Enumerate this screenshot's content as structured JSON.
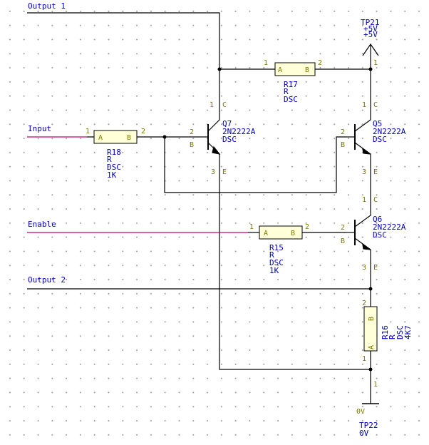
{
  "colors": {
    "background": "#ffffff",
    "wire": "#000000",
    "input_net": "#c8006e",
    "component": "#7a7a00",
    "label": "#0000c8"
  },
  "nets": {
    "output1": "Output 1",
    "input": "Input",
    "enable": "Enable",
    "output2": "Output 2"
  },
  "testpoints": {
    "tp21": {
      "name": "TP21",
      "value1": "+5V",
      "value2": "+5V",
      "pin": "1"
    },
    "tp22": {
      "pin": "1",
      "symbol_label": "0V",
      "name": "TP22",
      "value": "0V"
    }
  },
  "resistors": {
    "r17": {
      "ref": "R17",
      "type": "R",
      "pkg": "DSC",
      "value": "",
      "pin1": "1",
      "pin2": "2",
      "side_a": "A",
      "side_b": "B"
    },
    "r18": {
      "ref": "R18",
      "type": "R",
      "pkg": "DSC",
      "value": "1K",
      "pin1": "1",
      "pin2": "2",
      "side_a": "A",
      "side_b": "B"
    },
    "r15": {
      "ref": "R15",
      "type": "R",
      "pkg": "DSC",
      "value": "1K",
      "pin1": "1",
      "pin2": "2",
      "side_a": "A",
      "side_b": "B"
    },
    "r16": {
      "ref": "R16",
      "type": "R",
      "pkg": "DSC",
      "value": "4K7",
      "pin1": "1",
      "pin2": "2",
      "side_a": "A",
      "side_b": "B"
    }
  },
  "transistors": {
    "q7": {
      "ref": "Q7",
      "part": "2N2222A",
      "pkg": "DSC",
      "pin_c": "1",
      "pin_b": "2",
      "pin_e": "3",
      "lbl_c": "C",
      "lbl_b": "B",
      "lbl_e": "E"
    },
    "q5": {
      "ref": "Q5",
      "part": "2N2222A",
      "pkg": "DSC",
      "pin_c": "1",
      "pin_b": "2",
      "pin_e": "3",
      "lbl_c": "C",
      "lbl_b": "B",
      "lbl_e": "E"
    },
    "q6": {
      "ref": "Q6",
      "part": "2N2222A",
      "pkg": "DSC",
      "pin_c": "1",
      "pin_b": "2",
      "pin_e": "3",
      "lbl_c": "C",
      "lbl_b": "B",
      "lbl_e": "E"
    }
  }
}
